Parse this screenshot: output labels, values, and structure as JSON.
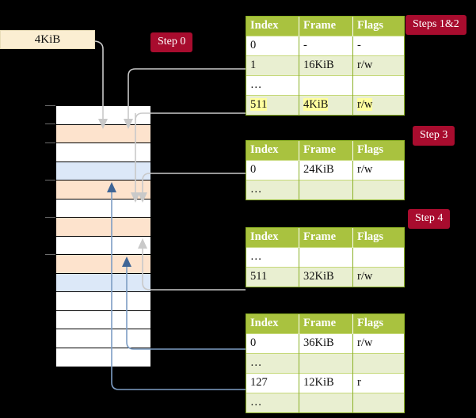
{
  "diagram": {
    "title_absent": true,
    "source_box": {
      "label": "4KiB"
    },
    "steps": [
      {
        "id": "step0",
        "label": "Step 0"
      },
      {
        "id": "step12",
        "label": "Steps 1&2"
      },
      {
        "id": "step3",
        "label": "Step 3"
      },
      {
        "id": "step4",
        "label": "Step 4"
      }
    ],
    "colors": {
      "accent_pill": "#a80c2e",
      "table_header": "#a9c23f",
      "table_border": "#8ab024",
      "row_even": "#e9efd1",
      "row_odd": "#ffffff",
      "highlight": "#ffff9e",
      "source_box": "#fbeed2",
      "mem_orange": "#fde3cd",
      "mem_blue": "#dce8f8",
      "link_gray": "#c9c9c9",
      "link_blue": "#7d9dc4",
      "background": "#000000"
    },
    "memory_column": {
      "name": "physical-memory-frames",
      "rows": [
        {
          "fill": "white"
        },
        {
          "fill": "orange"
        },
        {
          "fill": "white"
        },
        {
          "fill": "blue"
        },
        {
          "fill": "orange"
        },
        {
          "fill": "white"
        },
        {
          "fill": "orange"
        },
        {
          "fill": "white"
        },
        {
          "fill": "orange"
        },
        {
          "fill": "blue"
        },
        {
          "fill": "white"
        },
        {
          "fill": "white"
        },
        {
          "fill": "white"
        },
        {
          "fill": "white"
        }
      ]
    },
    "tables": [
      {
        "id": "table-1",
        "columns": [
          "Index",
          "Frame",
          "Flags"
        ],
        "rows": [
          {
            "cells": [
              "0",
              "-",
              "-"
            ],
            "banding": "odd",
            "highlight": false
          },
          {
            "cells": [
              "1",
              "16KiB",
              "r/w"
            ],
            "banding": "even",
            "highlight": false
          },
          {
            "cells": [
              "…",
              "",
              ""
            ],
            "banding": "odd",
            "highlight": false
          },
          {
            "cells": [
              "511",
              "4KiB",
              "r/w"
            ],
            "banding": "even",
            "highlight": true
          }
        ]
      },
      {
        "id": "table-2",
        "columns": [
          "Index",
          "Frame",
          "Flags"
        ],
        "rows": [
          {
            "cells": [
              "0",
              "24KiB",
              "r/w"
            ],
            "banding": "odd",
            "highlight": false
          },
          {
            "cells": [
              "…",
              "",
              ""
            ],
            "banding": "even",
            "highlight": false
          }
        ]
      },
      {
        "id": "table-3",
        "columns": [
          "Index",
          "Frame",
          "Flags"
        ],
        "rows": [
          {
            "cells": [
              "…",
              "",
              ""
            ],
            "banding": "odd",
            "highlight": false
          },
          {
            "cells": [
              "511",
              "32KiB",
              "r/w"
            ],
            "banding": "even",
            "highlight": false
          }
        ]
      },
      {
        "id": "table-4",
        "columns": [
          "Index",
          "Frame",
          "Flags"
        ],
        "rows": [
          {
            "cells": [
              "0",
              "36KiB",
              "r/w"
            ],
            "banding": "odd",
            "highlight": false
          },
          {
            "cells": [
              "…",
              "",
              ""
            ],
            "banding": "even",
            "highlight": false
          },
          {
            "cells": [
              "127",
              "12KiB",
              "r"
            ],
            "banding": "odd",
            "highlight": false
          },
          {
            "cells": [
              "…",
              "",
              ""
            ],
            "banding": "even",
            "highlight": false
          }
        ]
      }
    ]
  }
}
